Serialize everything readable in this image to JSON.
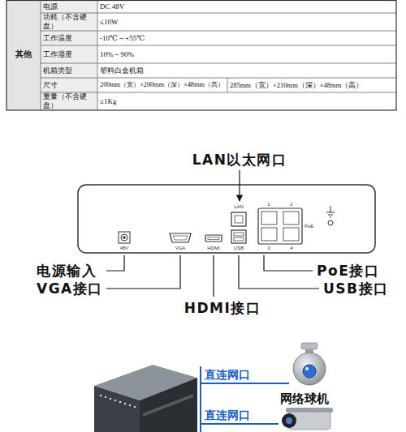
{
  "diagram": {
    "labels": [
      "其他",
      "电源",
      "DC 48V",
      "功耗（不含硬盘）",
      "≤10W",
      "工作温度",
      "-10℃～+55℃",
      "工作湿度",
      "10%～90%",
      "机箱类型",
      "塑料白盒机箱",
      "尺寸",
      "200mm（宽）×200mm（深）×48mm（高）",
      "285mm（宽）×210mm（深）×48mm（高）",
      "重量（不含硬盘）",
      "≤1Kg",
      "LAN以太网口",
      "LAN",
      "1",
      "2",
      "3",
      "4",
      "PoE",
      "48V",
      "VGA",
      "HDMI",
      "USB",
      "电源输入",
      "VGA接口",
      "HDMI接口",
      "PoE接口",
      "USB接口",
      "直连网口",
      "网络球机",
      "直连网口"
    ]
  }
}
